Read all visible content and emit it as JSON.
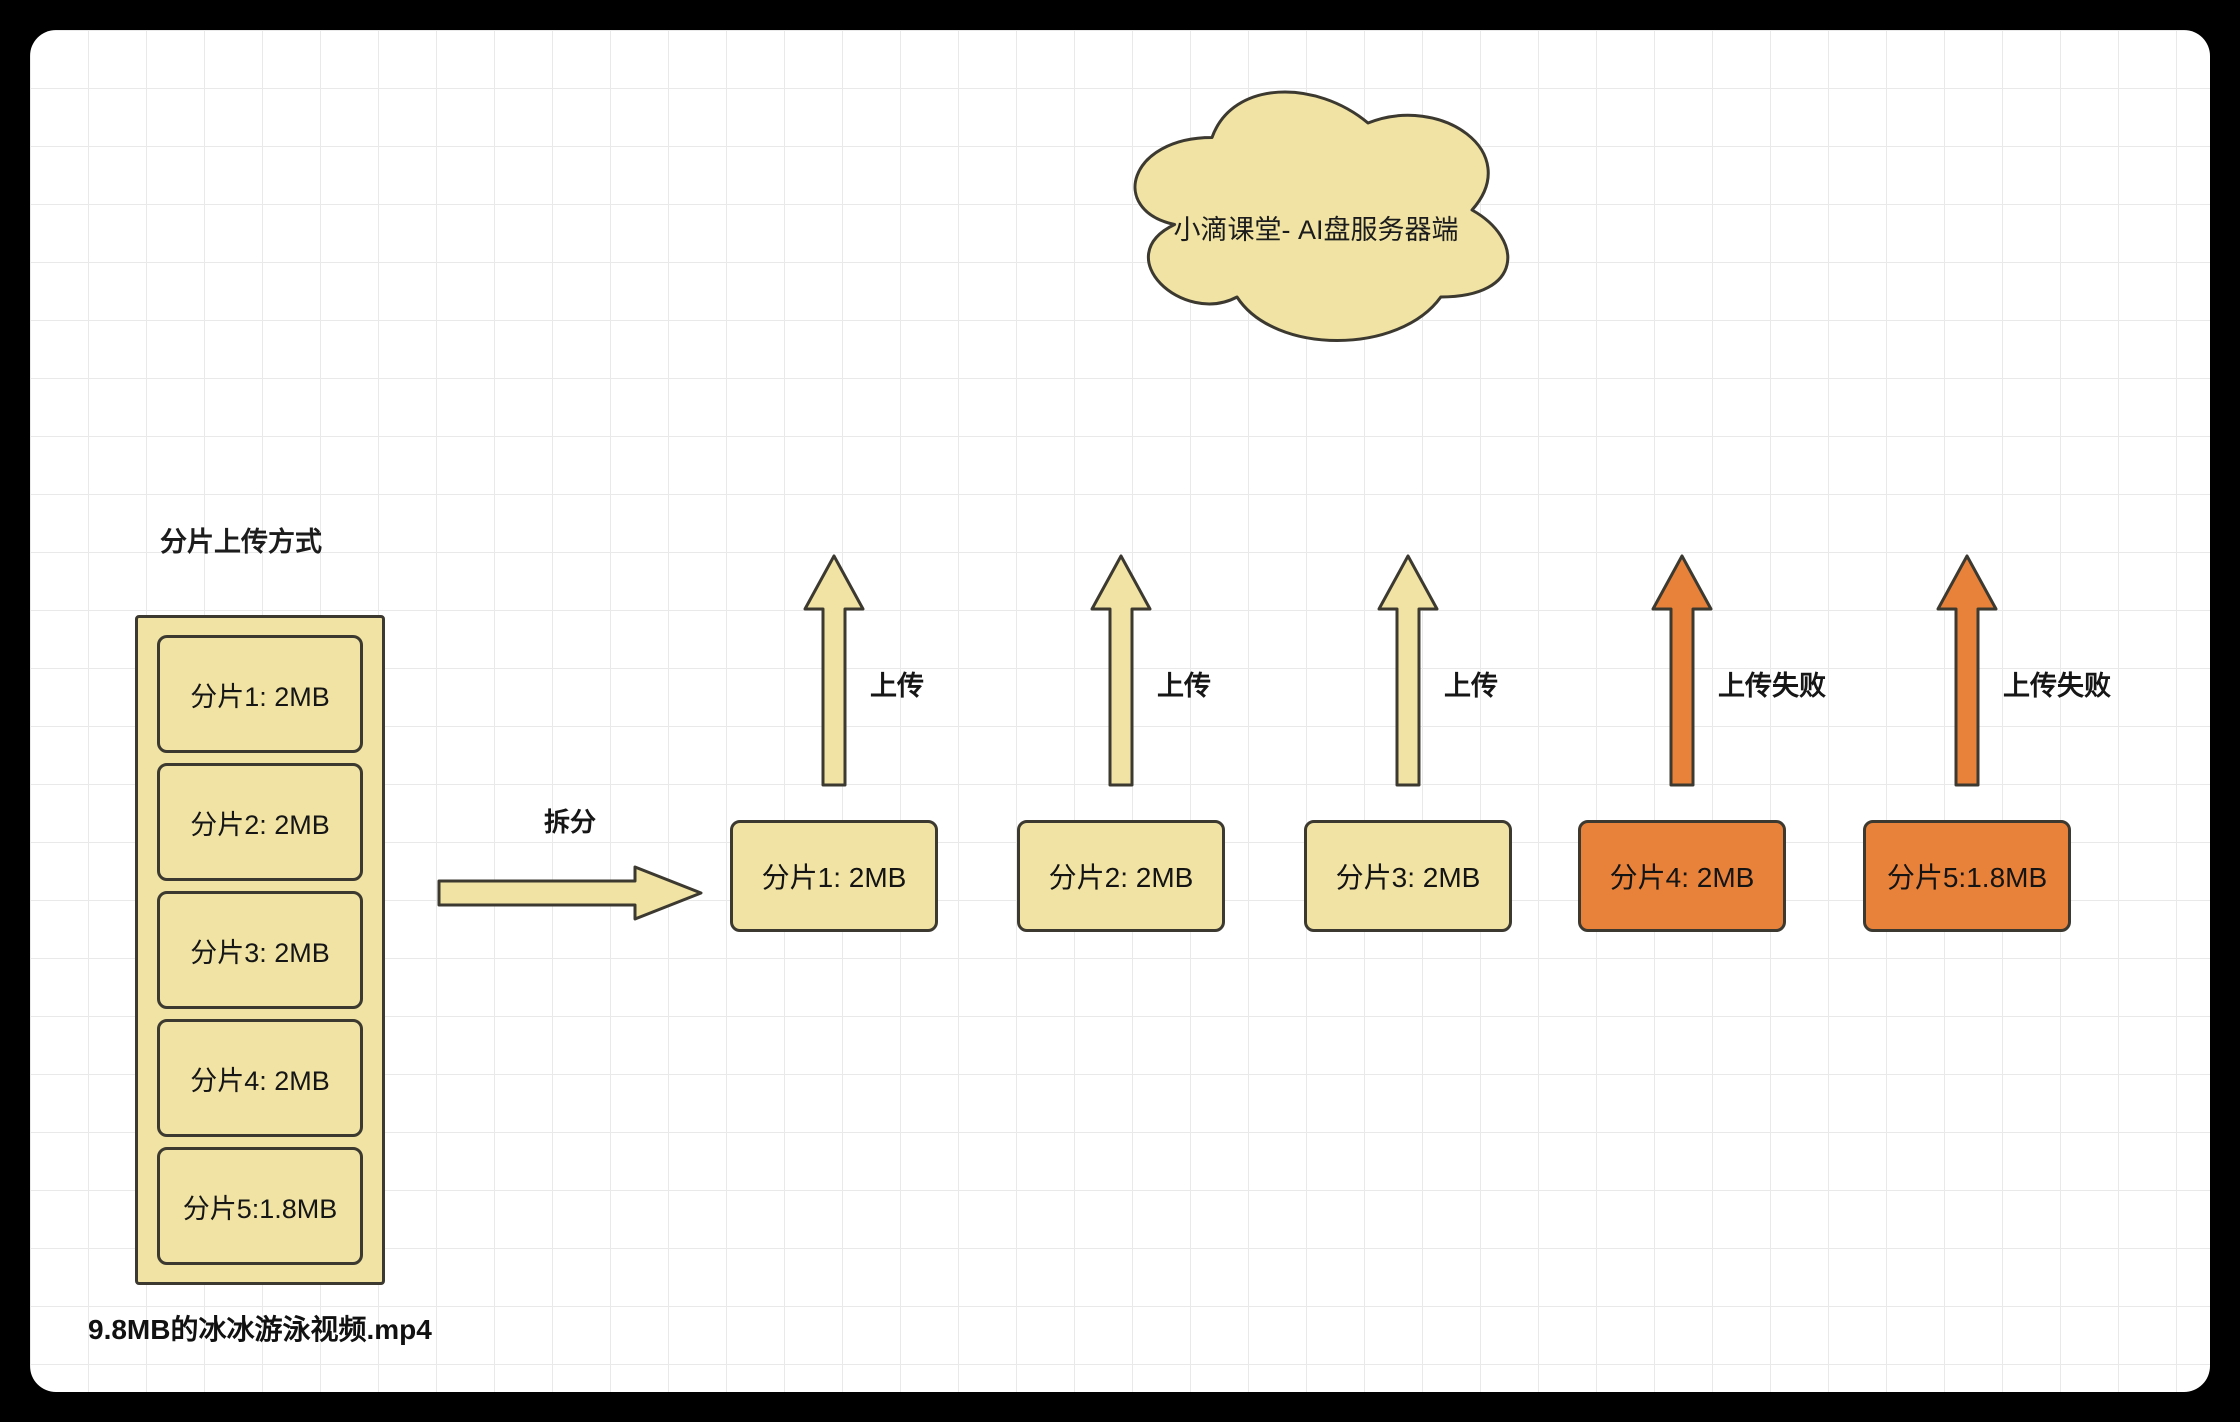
{
  "cloud": {
    "label": "小滴课堂- AI盘服务器端"
  },
  "source": {
    "title": "分片上传方式",
    "chunks": [
      "分片1: 2MB",
      "分片2: 2MB",
      "分片3: 2MB",
      "分片4: 2MB",
      "分片5:1.8MB"
    ],
    "filename": "9.8MB的冰冰游泳视频.mp4"
  },
  "split": {
    "label": "拆分"
  },
  "uploads": [
    {
      "label": "分片1: 2MB",
      "status": "上传",
      "state": "ok"
    },
    {
      "label": "分片2: 2MB",
      "status": "上传",
      "state": "ok"
    },
    {
      "label": "分片3: 2MB",
      "status": "上传",
      "state": "ok"
    },
    {
      "label": "分片4: 2MB",
      "status": "上传失败",
      "state": "fail"
    },
    {
      "label": "分片5:1.8MB",
      "status": "上传失败",
      "state": "fail"
    }
  ],
  "colors": {
    "yellow": "#F0E3A3",
    "orange": "#E8823B",
    "ink": "#3C3930",
    "grid": "#E9E9E9",
    "canvas": "#FFFFFF",
    "frame": "#000000"
  }
}
